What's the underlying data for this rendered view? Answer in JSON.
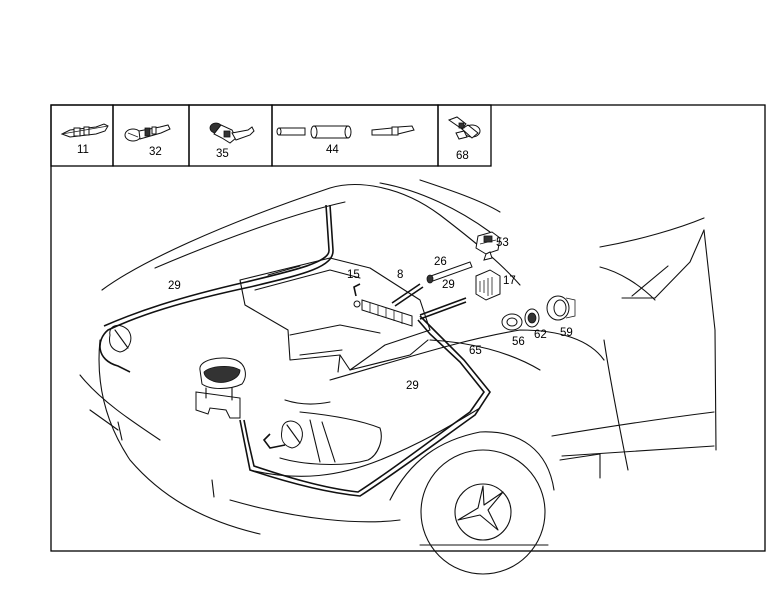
{
  "part_strip": [
    {
      "label": "11"
    },
    {
      "label": "32"
    },
    {
      "label": "35"
    },
    {
      "label": "44"
    },
    {
      "label": "68"
    }
  ],
  "callouts": {
    "c29a": "29",
    "c15": "15",
    "c8": "8",
    "c26": "26",
    "c29b": "29",
    "c53": "53",
    "c17": "17",
    "c56": "56",
    "c62": "62",
    "c59": "59",
    "c65": "65",
    "c29c": "29"
  }
}
